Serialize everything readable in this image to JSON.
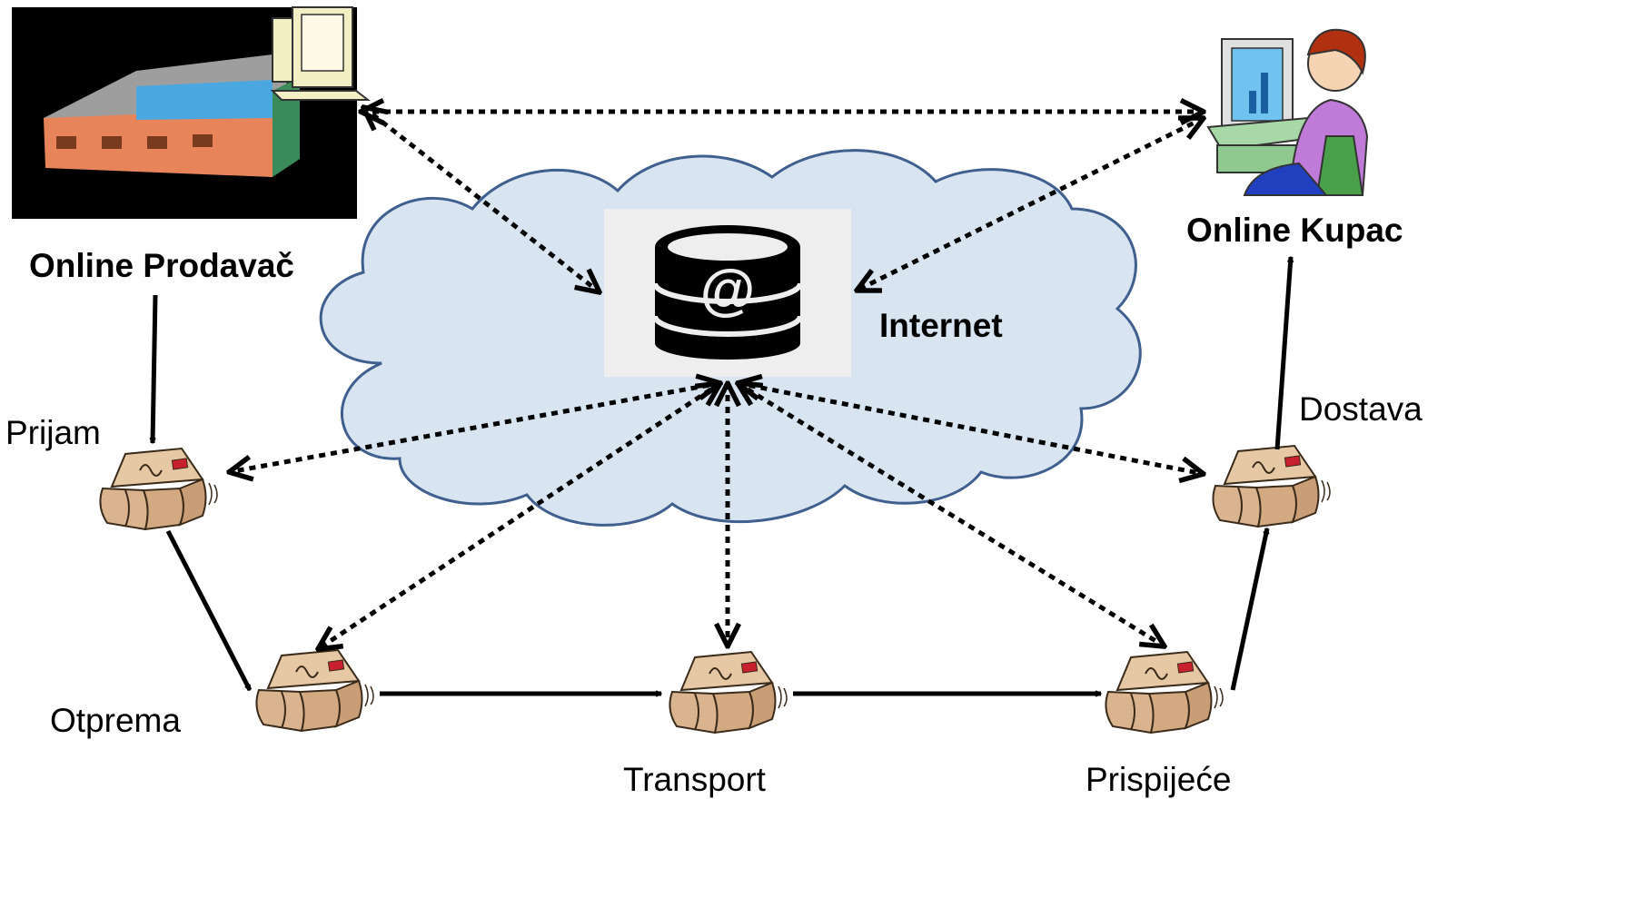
{
  "nodes": {
    "seller": "Online Prodavač",
    "buyer": "Online Kupac",
    "internet": "Internet",
    "database_symbol": "@",
    "receipt": "Prijam",
    "dispatch": "Otprema",
    "transport": "Transport",
    "arrival": "Prispijeće",
    "delivery": "Dostava"
  },
  "colors": {
    "cloud_fill": "#d8e4f0",
    "cloud_stroke": "#3f5f8f",
    "db_panel": "#eeeeee",
    "package": "#d9b48f",
    "package_stroke": "#3a2a1a",
    "warehouse_body": "#e8845a",
    "warehouse_roof": "#4aa7e0",
    "person_top": "#c07ad8"
  },
  "icons": [
    "warehouse-computer-icon",
    "customer-computer-icon",
    "database-icon",
    "package-icon"
  ]
}
